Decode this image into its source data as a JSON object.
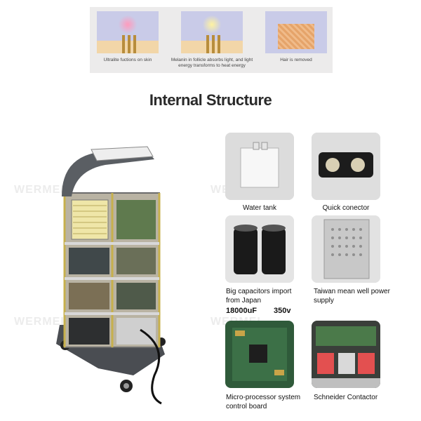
{
  "banner": {
    "captions": [
      "Ultralite fuctions on skin",
      "Melanin in follicle absorbs light, and light energy transforms to heat energy",
      "Hair is removed"
    ]
  },
  "title": "Internal Structure",
  "watermark": "WERMEI",
  "components": [
    {
      "label": "Water tank"
    },
    {
      "label": "Quick conector"
    },
    {
      "label": "Big capacitors import from Japan",
      "spec_capacitance": "18000uF",
      "spec_voltage": "350v"
    },
    {
      "label": "Taiwan mean well power supply"
    },
    {
      "label": "Micro-processor system control board"
    },
    {
      "label": "Schneider Contactor"
    }
  ],
  "colors": {
    "banner_bg": "#ecebeb",
    "panel_bg": "#c9cbe8",
    "thumb_bg": "#d9d9d9"
  }
}
